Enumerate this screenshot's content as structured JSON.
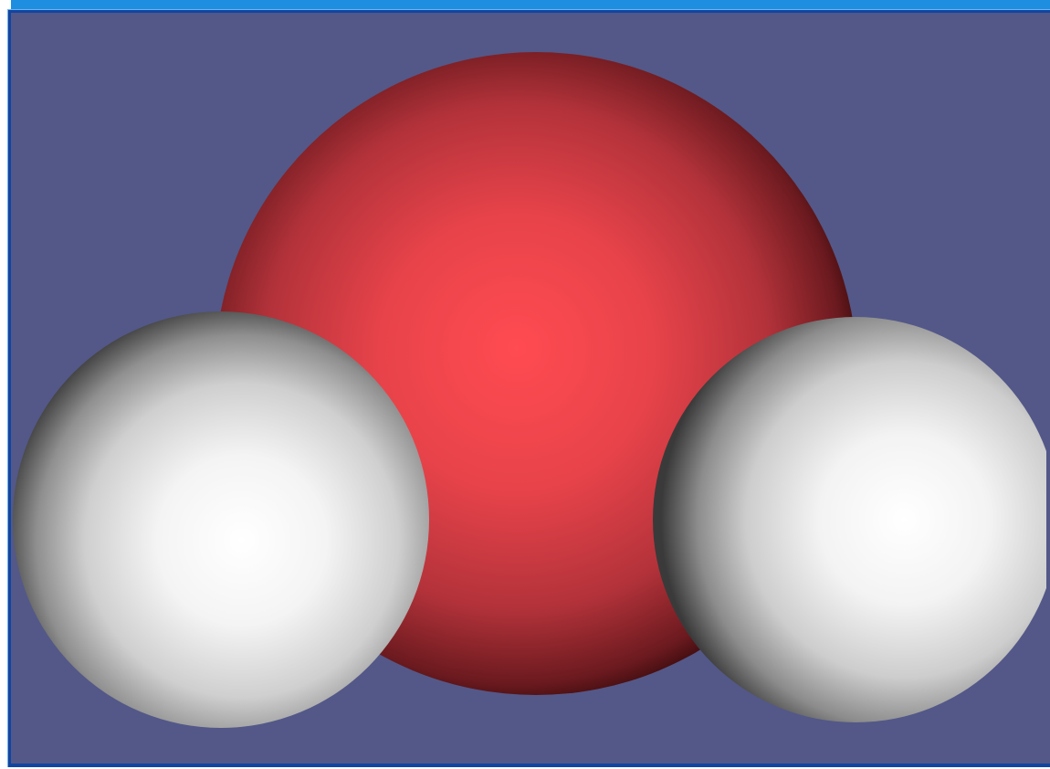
{
  "scene": {
    "background_color": "#535888",
    "frame_color": "#1245a0",
    "accent_color": "#1e8fe0",
    "atoms": [
      {
        "name": "oxygen",
        "color": "#ff4a4f"
      },
      {
        "name": "hydrogen-left",
        "color": "#ffffff"
      },
      {
        "name": "hydrogen-right",
        "color": "#ffffff"
      }
    ]
  }
}
